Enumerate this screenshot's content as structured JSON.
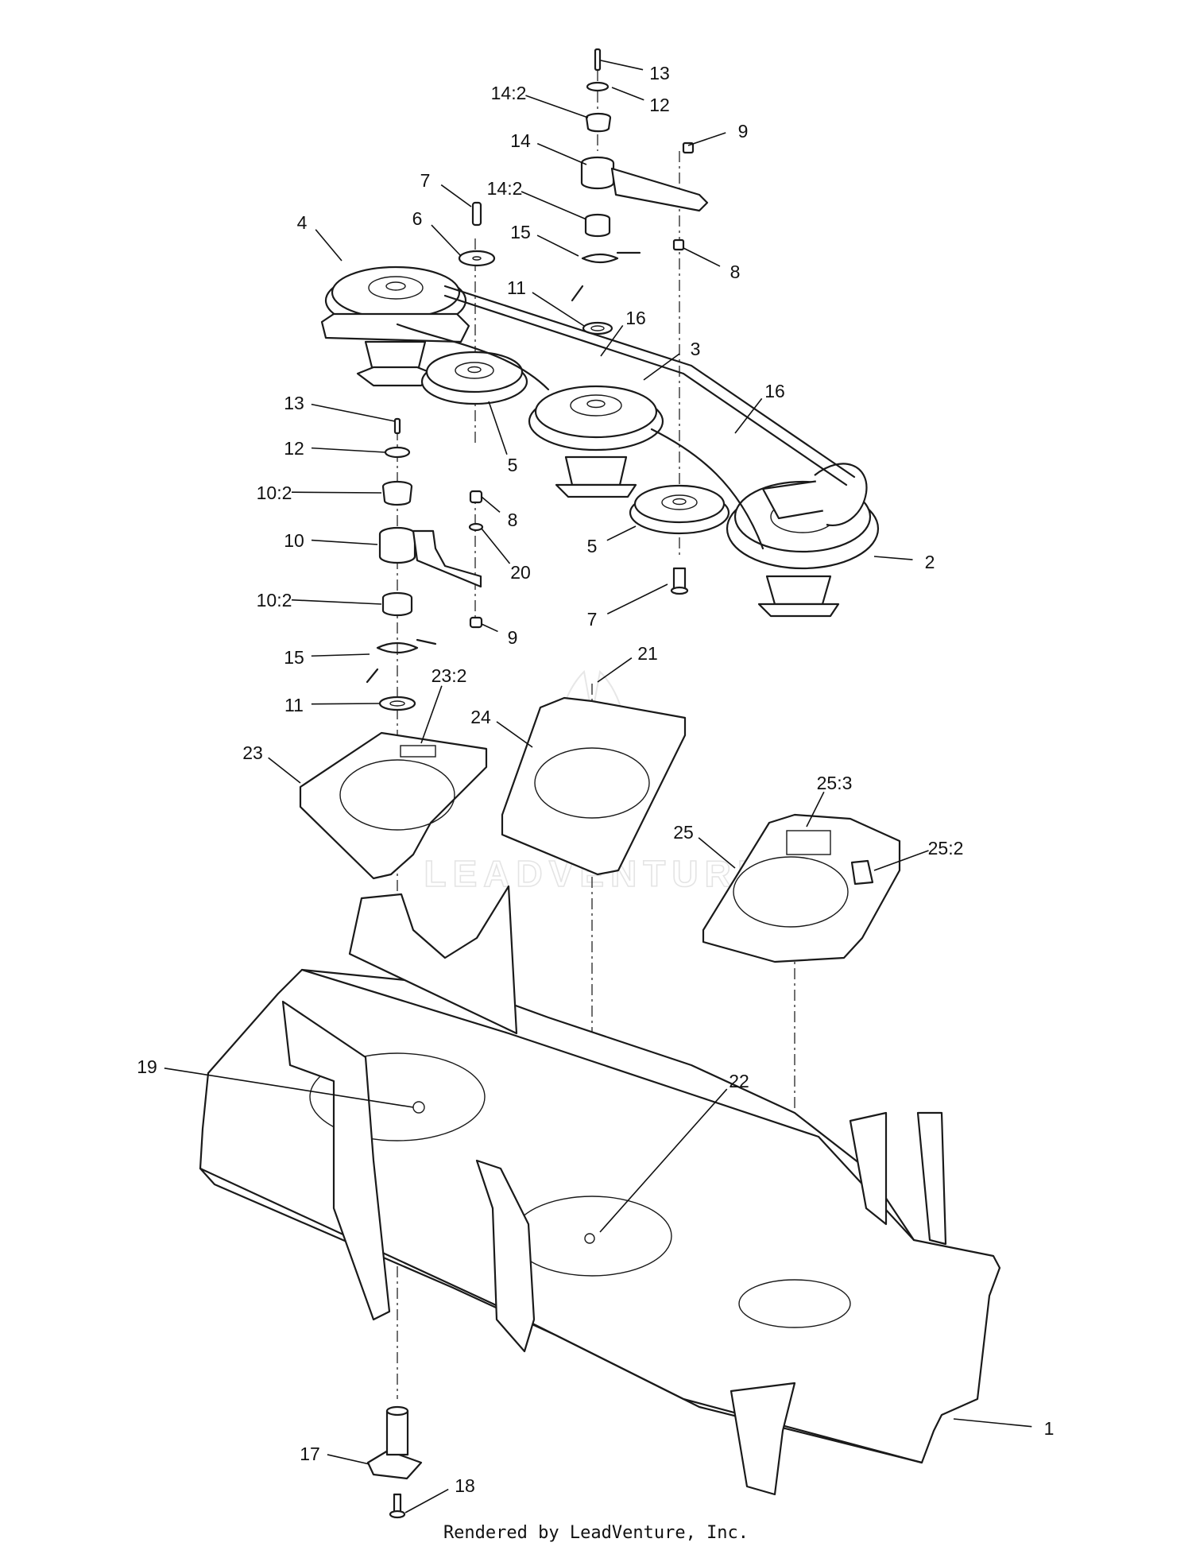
{
  "footer": "Rendered by LeadVenture, Inc.",
  "watermark": "LEADVENTURE",
  "callouts": [
    {
      "id": "c13a",
      "text": "13"
    },
    {
      "id": "c12a",
      "text": "12"
    },
    {
      "id": "c142a",
      "text": "14:2"
    },
    {
      "id": "c9a",
      "text": "9"
    },
    {
      "id": "c14",
      "text": "14"
    },
    {
      "id": "c7a",
      "text": "7"
    },
    {
      "id": "c142b",
      "text": "14:2"
    },
    {
      "id": "c4",
      "text": "4"
    },
    {
      "id": "c6",
      "text": "6"
    },
    {
      "id": "c15a",
      "text": "15"
    },
    {
      "id": "c8a",
      "text": "8"
    },
    {
      "id": "c11a",
      "text": "11"
    },
    {
      "id": "c16a",
      "text": "16"
    },
    {
      "id": "c3",
      "text": "3"
    },
    {
      "id": "c16b",
      "text": "16"
    },
    {
      "id": "c13b",
      "text": "13"
    },
    {
      "id": "c12b",
      "text": "12"
    },
    {
      "id": "c5a",
      "text": "5"
    },
    {
      "id": "c102a",
      "text": "10:2"
    },
    {
      "id": "c8b",
      "text": "8"
    },
    {
      "id": "c10",
      "text": "10"
    },
    {
      "id": "c20",
      "text": "20"
    },
    {
      "id": "c5b",
      "text": "5"
    },
    {
      "id": "c2",
      "text": "2"
    },
    {
      "id": "c102b",
      "text": "10:2"
    },
    {
      "id": "c7b",
      "text": "7"
    },
    {
      "id": "c9b",
      "text": "9"
    },
    {
      "id": "c15b",
      "text": "15"
    },
    {
      "id": "c21",
      "text": "21"
    },
    {
      "id": "c232",
      "text": "23:2"
    },
    {
      "id": "c11b",
      "text": "11"
    },
    {
      "id": "c24",
      "text": "24"
    },
    {
      "id": "c23",
      "text": "23"
    },
    {
      "id": "c253",
      "text": "25:3"
    },
    {
      "id": "c25",
      "text": "25"
    },
    {
      "id": "c252",
      "text": "25:2"
    },
    {
      "id": "c19",
      "text": "19"
    },
    {
      "id": "c22",
      "text": "22"
    },
    {
      "id": "c1",
      "text": "1"
    },
    {
      "id": "c17",
      "text": "17"
    },
    {
      "id": "c18",
      "text": "18"
    }
  ]
}
